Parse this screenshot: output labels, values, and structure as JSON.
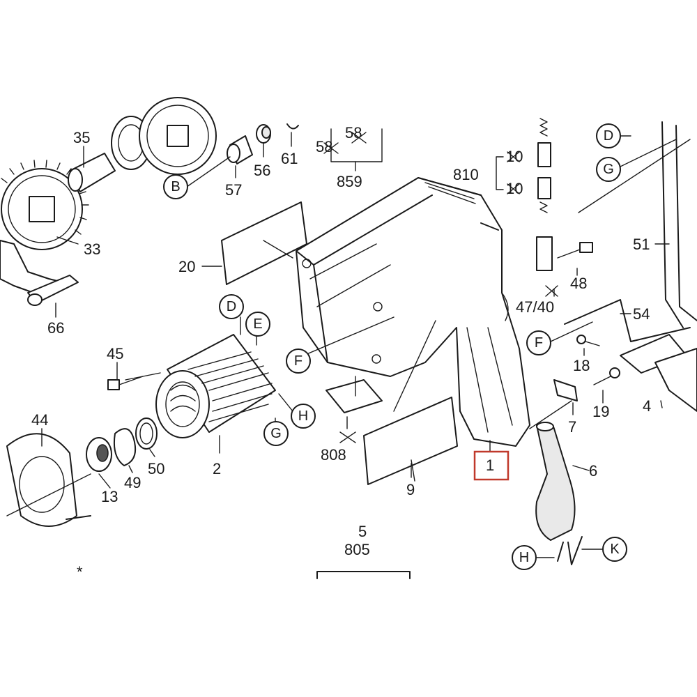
{
  "highlight_color": "#c0392b",
  "part_labels": {
    "p35": "35",
    "p33": "33",
    "p66": "66",
    "p57": "57",
    "p56": "56",
    "p61": "61",
    "p859": "859",
    "p58a": "58",
    "p58b": "58",
    "p810": "810",
    "p10a": "10",
    "p10b": "10",
    "p20": "20",
    "p45": "45",
    "p44": "44",
    "p13": "13",
    "p49": "49",
    "p50": "50",
    "p2": "2",
    "p808": "808",
    "p9": "9",
    "p1": "1",
    "p6": "6",
    "p7": "7",
    "p19": "19",
    "p18": "18",
    "p4": "4",
    "p48": "48",
    "p4740": "47/40",
    "p51": "51",
    "p54": "54",
    "p5": "5",
    "p805": "805",
    "star": "*"
  },
  "connector_labels": {
    "D_top": "D",
    "G_top": "G",
    "B": "B",
    "D_stator": "D",
    "E": "E",
    "F_stator": "F",
    "H_stator": "H",
    "G_stator": "G",
    "F_right": "F",
    "H_bottom": "H",
    "K": "K"
  },
  "highlighted_part": "1"
}
